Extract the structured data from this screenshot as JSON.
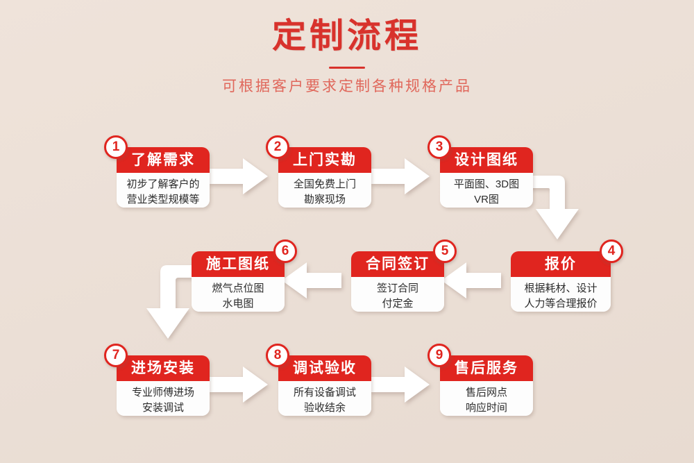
{
  "header": {
    "title": "定制流程",
    "subtitle": "可根据客户要求定制各种规格产品"
  },
  "theme": {
    "background": "#ece0d7",
    "accent_red": "#e0251f",
    "title_red": "#d8322c",
    "subtitle_red": "#e0675b",
    "card_white": "#ffffff",
    "arrow_white": "#ffffff"
  },
  "flow": {
    "steps": [
      {
        "number": "1",
        "badge_side": "left",
        "title": "了解需求",
        "lines": [
          "初步了解客户的",
          "营业类型规模等"
        ]
      },
      {
        "number": "2",
        "badge_side": "left",
        "title": "上门实勘",
        "lines": [
          "全国免费上门",
          "勘察现场"
        ]
      },
      {
        "number": "3",
        "badge_side": "left",
        "title": "设计图纸",
        "lines": [
          "平面图、3D图",
          "VR图"
        ]
      },
      {
        "number": "4",
        "badge_side": "right",
        "title": "报价",
        "lines": [
          "根据耗材、设计",
          "人力等合理报价"
        ]
      },
      {
        "number": "5",
        "badge_side": "right",
        "title": "合同签订",
        "lines": [
          "签订合同",
          "付定金"
        ]
      },
      {
        "number": "6",
        "badge_side": "right",
        "title": "施工图纸",
        "lines": [
          "燃气点位图",
          "水电图"
        ]
      },
      {
        "number": "7",
        "badge_side": "left",
        "title": "进场安装",
        "lines": [
          "专业师傅进场",
          "安装调试"
        ]
      },
      {
        "number": "8",
        "badge_side": "left",
        "title": "调试验收",
        "lines": [
          "所有设备调试",
          "验收结余"
        ]
      },
      {
        "number": "9",
        "badge_side": "left",
        "title": "售后服务",
        "lines": [
          "售后网点",
          "响应时间"
        ]
      }
    ],
    "connectors": [
      {
        "name": "arrow-step1-to-step2",
        "direction": "right"
      },
      {
        "name": "arrow-step2-to-step3",
        "direction": "right"
      },
      {
        "name": "elbow-step3-to-step4",
        "direction": "right-then-down"
      },
      {
        "name": "arrow-step4-to-step5",
        "direction": "left"
      },
      {
        "name": "arrow-step5-to-step6",
        "direction": "left"
      },
      {
        "name": "elbow-step6-to-step7",
        "direction": "left-then-down"
      },
      {
        "name": "arrow-step7-to-step8",
        "direction": "right"
      },
      {
        "name": "arrow-step8-to-step9",
        "direction": "right"
      }
    ]
  }
}
